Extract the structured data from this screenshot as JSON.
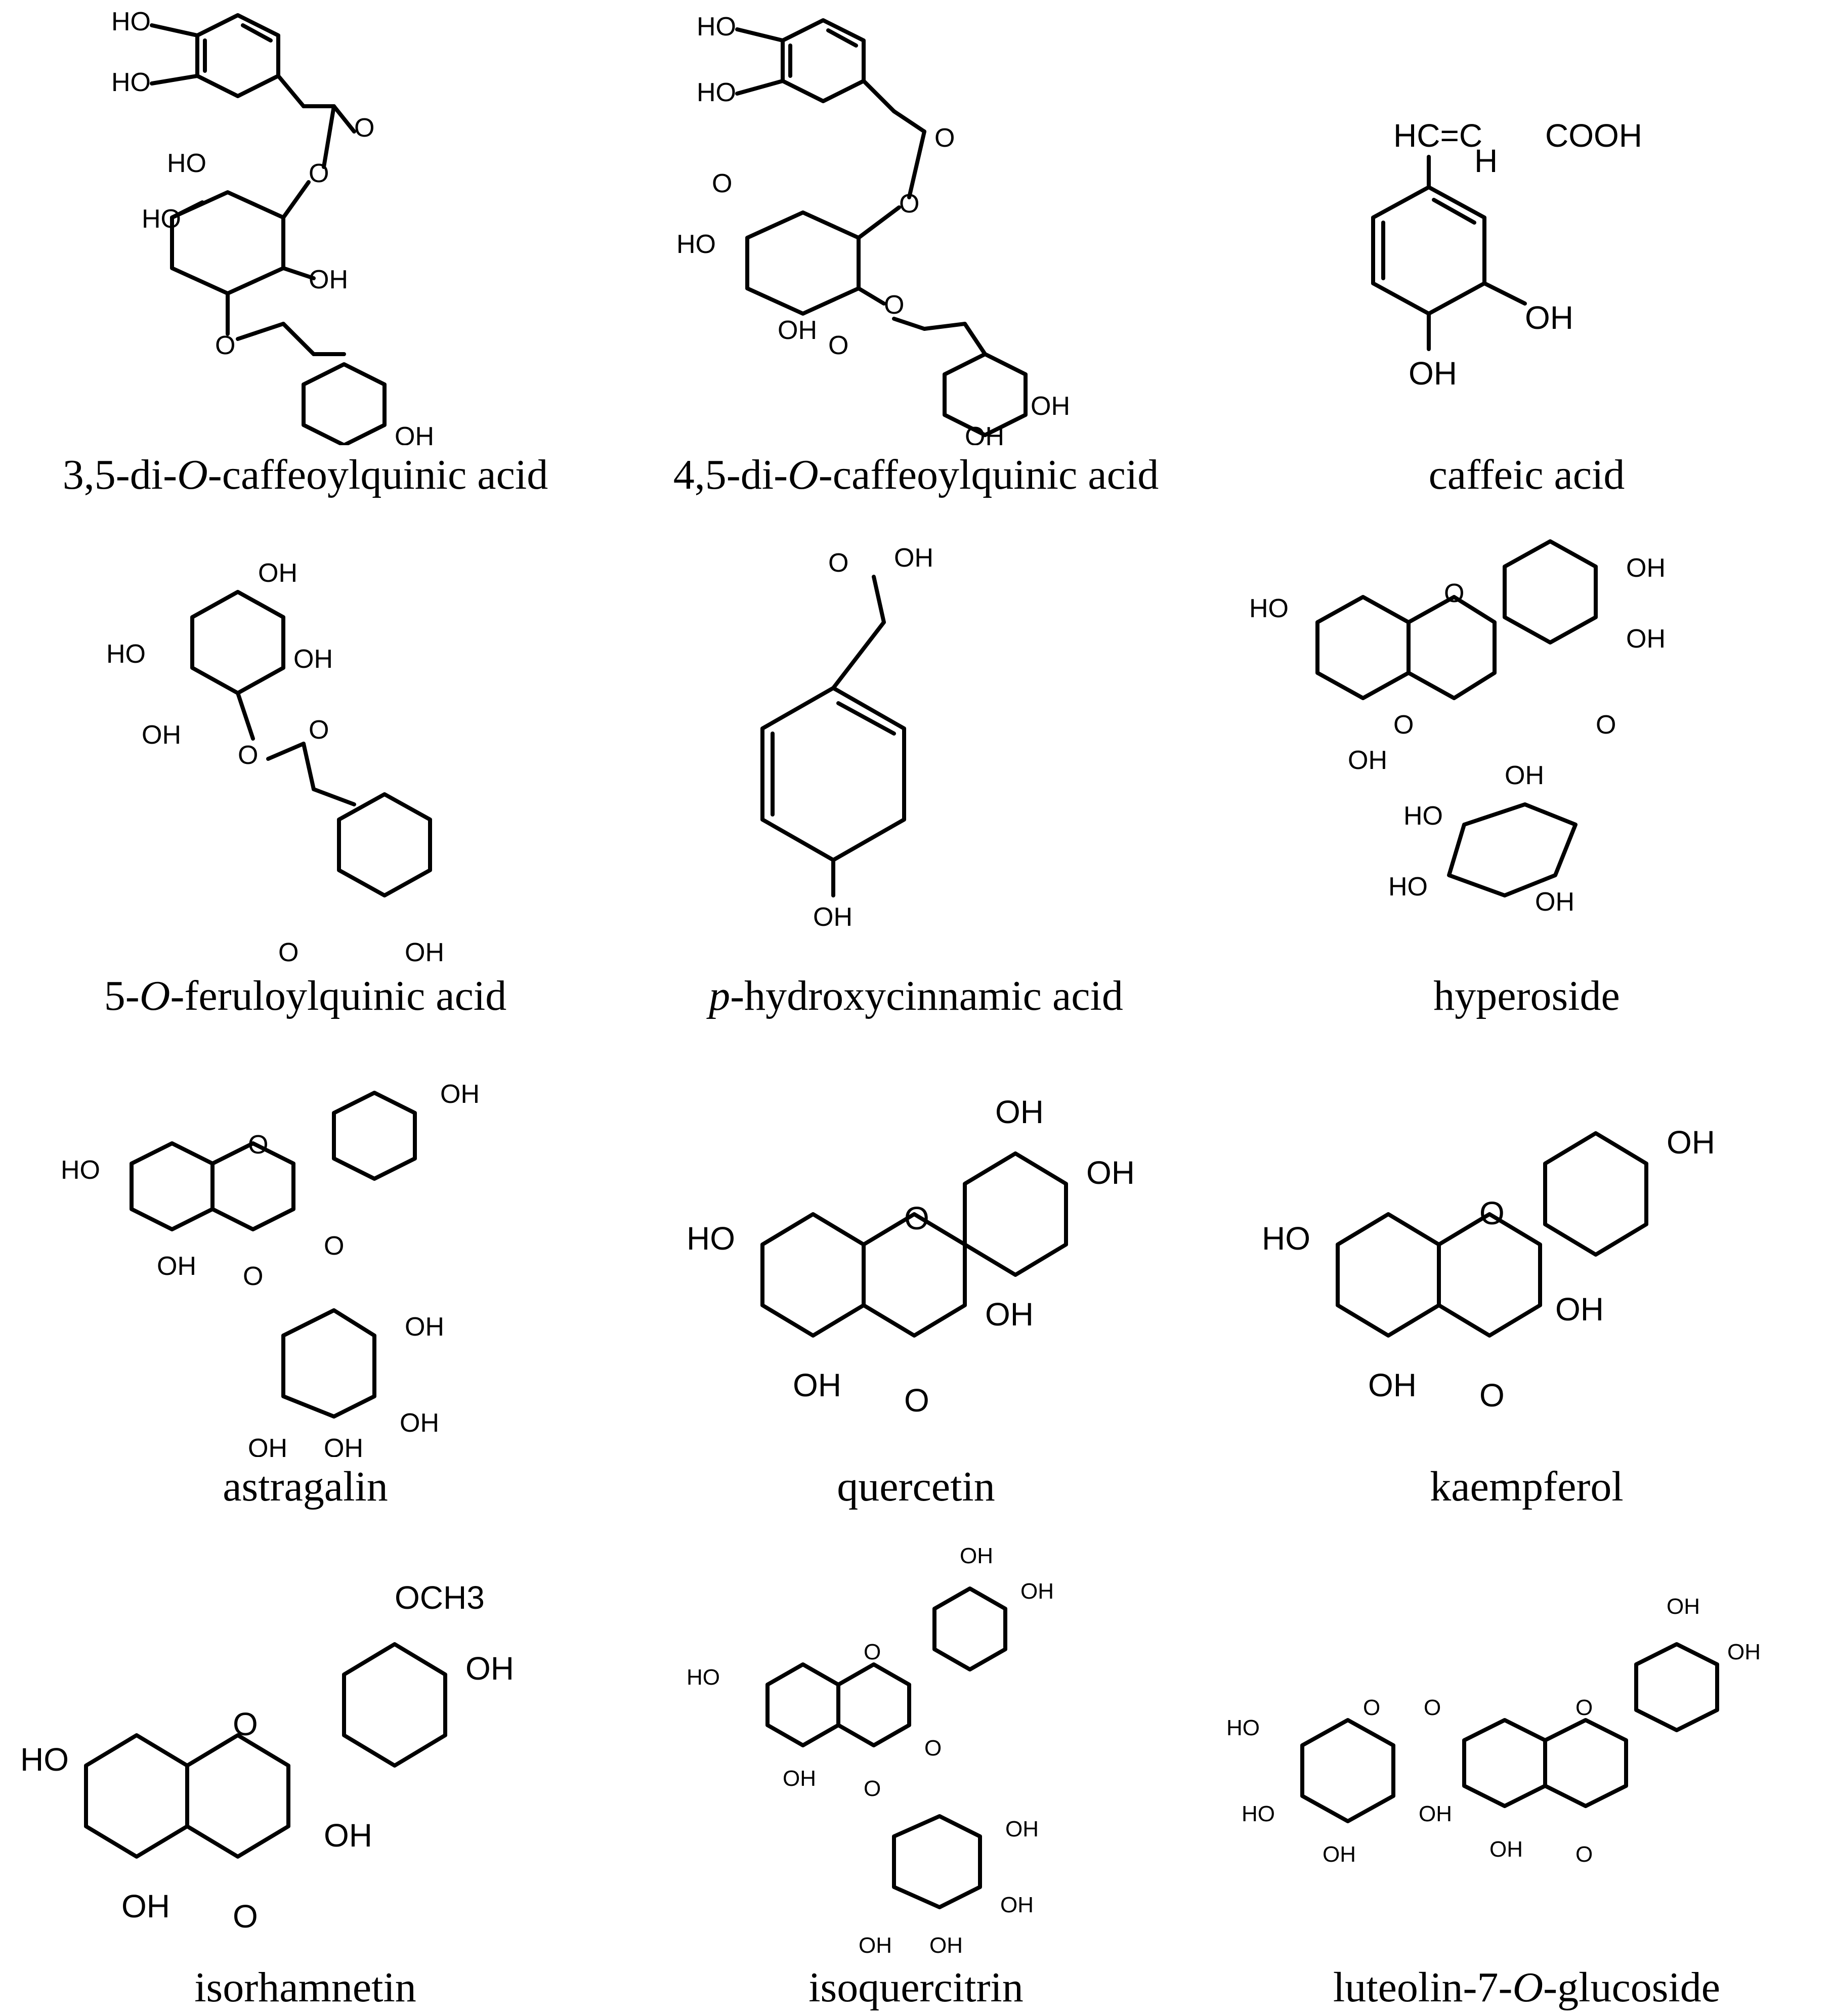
{
  "compounds": [
    {
      "name_pre": "3,5-di-",
      "name_italic": "O",
      "name_post": "-caffeoylquinic acid"
    },
    {
      "name_pre": "4,5-di-",
      "name_italic": "O",
      "name_post": "-caffeoylquinic acid"
    },
    {
      "name_pre": "caffeic acid",
      "name_italic": "",
      "name_post": ""
    },
    {
      "name_pre": "5-",
      "name_italic": "O",
      "name_post": "-feruloylquinic acid"
    },
    {
      "name_pre": "",
      "name_italic": "p",
      "name_post": "-hydroxycinnamic acid"
    },
    {
      "name_pre": "hyperoside",
      "name_italic": "",
      "name_post": ""
    },
    {
      "name_pre": "astragalin",
      "name_italic": "",
      "name_post": ""
    },
    {
      "name_pre": "quercetin",
      "name_italic": "",
      "name_post": ""
    },
    {
      "name_pre": "kaempferol",
      "name_italic": "",
      "name_post": ""
    },
    {
      "name_pre": "isorhamnetin",
      "name_italic": "",
      "name_post": ""
    },
    {
      "name_pre": "isoquercitrin",
      "name_italic": "",
      "name_post": ""
    },
    {
      "name_pre": "luteolin-7-",
      "name_italic": "O",
      "name_post": "-glucoside"
    }
  ],
  "atom_labels": {
    "oh": "OH",
    "ho": "HO",
    "o": "O",
    "h": "H",
    "cooh": "COOH",
    "och3": "OCH3",
    "hc_eq_c": "HC=C"
  }
}
